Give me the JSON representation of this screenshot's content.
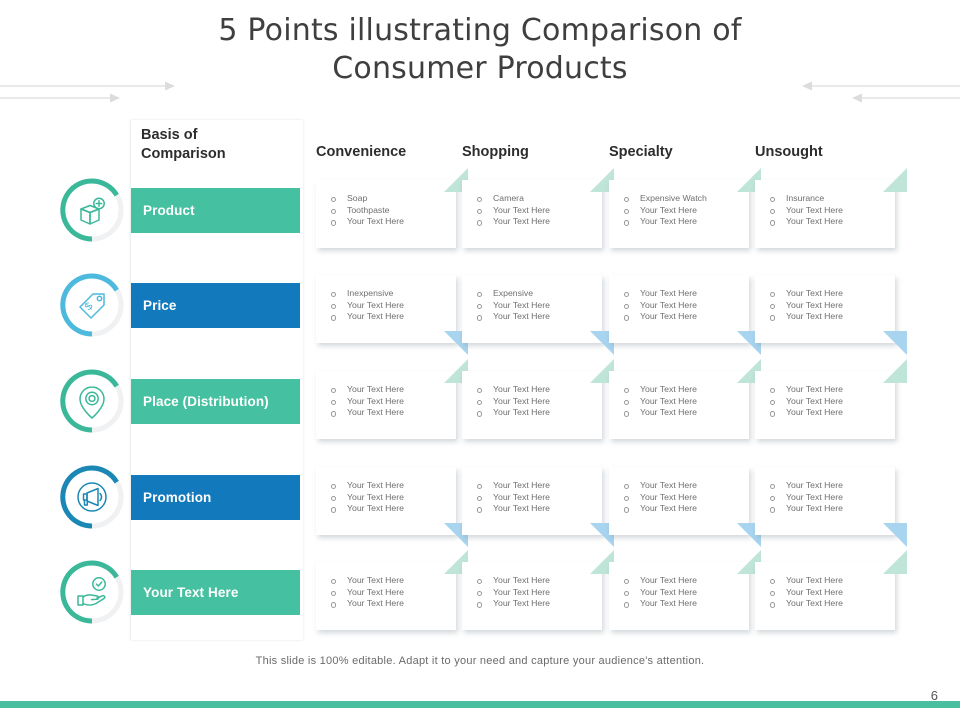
{
  "slide": {
    "title_line1": "5 Points illustrating Comparison of",
    "title_line2": "Consumer Products",
    "basis_label_line1": "Basis of",
    "basis_label_line2": "Comparison",
    "footer_note": "This slide is 100% editable. Adapt it to your need and capture your audience's attention.",
    "page_number": "6"
  },
  "colors": {
    "green": "#45c0a0",
    "blue": "#1279bd",
    "teal_ring": "#3bb89a",
    "light_blue_ring": "#4cb9dd",
    "dark_blue_ring": "#1b87b5",
    "bottom_bar": "#49bfa0",
    "triangle_green": "#bfe4d8",
    "triangle_blue": "#a8d4ef",
    "heading_text": "#2d2d2d",
    "body_text": "#6f6f6f"
  },
  "columns": [
    {
      "label": "Convenience"
    },
    {
      "label": "Shopping"
    },
    {
      "label": "Specialty"
    },
    {
      "label": "Unsought"
    }
  ],
  "rows": [
    {
      "label": "Product",
      "bar_color": "#45c0a0",
      "ring_color": "#3bb89a",
      "icon": "box-plus-icon",
      "triangle_color": "#bfe4d8",
      "cells": [
        [
          "Soap",
          "Toothpaste",
          "Your Text Here"
        ],
        [
          "Camera",
          "Your Text Here",
          "Your Text Here"
        ],
        [
          "Expensive Watch",
          "Your Text Here",
          "Your Text Here"
        ],
        [
          "Insurance",
          "Your Text Here",
          "Your Text Here"
        ]
      ]
    },
    {
      "label": "Price",
      "bar_color": "#1279bd",
      "ring_color": "#4cb9dd",
      "icon": "price-tag-icon",
      "triangle_color": "#a8d4ef",
      "cells": [
        [
          "Inexpensive",
          "Your Text Here",
          "Your Text Here"
        ],
        [
          "Expensive",
          "Your Text Here",
          "Your Text Here"
        ],
        [
          "Your Text Here",
          "Your Text Here",
          "Your Text Here"
        ],
        [
          "Your Text Here",
          "Your Text Here",
          "Your Text Here"
        ]
      ]
    },
    {
      "label": "Place (Distribution)",
      "bar_color": "#45c0a0",
      "ring_color": "#3bb89a",
      "icon": "location-pin-icon",
      "triangle_color": "#bfe4d8",
      "cells": [
        [
          "Your Text Here",
          "Your Text Here",
          "Your Text Here"
        ],
        [
          "Your Text Here",
          "Your Text Here",
          "Your Text Here"
        ],
        [
          "Your Text Here",
          "Your Text Here",
          "Your Text Here"
        ],
        [
          "Your Text Here",
          "Your Text Here",
          "Your Text Here"
        ]
      ]
    },
    {
      "label": "Promotion",
      "bar_color": "#1279bd",
      "ring_color": "#1b87b5",
      "icon": "megaphone-icon",
      "triangle_color": "#a8d4ef",
      "cells": [
        [
          "Your Text Here",
          "Your Text Here",
          "Your Text Here"
        ],
        [
          "Your Text Here",
          "Your Text Here",
          "Your Text Here"
        ],
        [
          "Your Text Here",
          "Your Text Here",
          "Your Text Here"
        ],
        [
          "Your Text Here",
          "Your Text Here",
          "Your Text Here"
        ]
      ]
    },
    {
      "label": "Your Text Here",
      "bar_color": "#45c0a0",
      "ring_color": "#3bb89a",
      "icon": "hand-check-icon",
      "triangle_color": "#bfe4d8",
      "cells": [
        [
          "Your Text Here",
          "Your Text Here",
          "Your Text Here"
        ],
        [
          "Your Text Here",
          "Your Text Here",
          "Your Text Here"
        ],
        [
          "Your Text Here",
          "Your Text Here",
          "Your Text Here"
        ],
        [
          "Your Text Here",
          "Your Text Here",
          "Your Text Here"
        ]
      ]
    }
  ],
  "layout": {
    "row_tops": [
      188,
      283,
      379,
      475,
      570
    ],
    "card_tops": [
      180,
      275,
      371,
      467,
      562
    ],
    "col_lefts": [
      316,
      462,
      609,
      755
    ]
  }
}
